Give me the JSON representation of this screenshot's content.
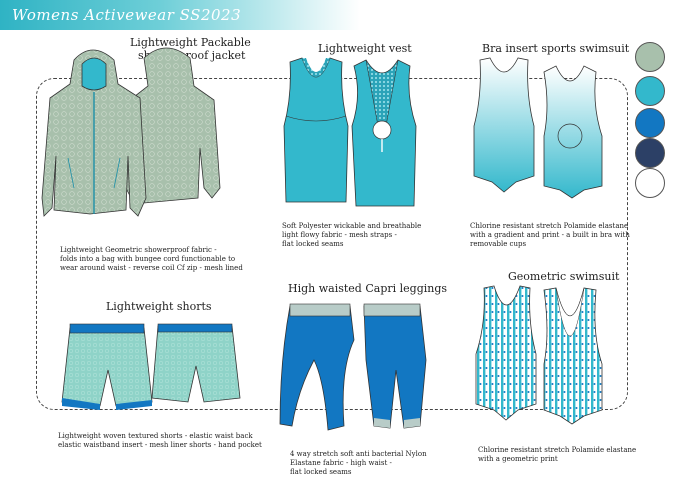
{
  "banner": {
    "title": "Womens Activewear SS2023"
  },
  "colors": {
    "sage": "#a8c0ac",
    "turquoise": "#33b8cc",
    "blue": "#1277c2",
    "navy": "#2c4066",
    "white": "#ffffff"
  },
  "palette": [
    {
      "name": "sage",
      "hex": "#a8c0ac"
    },
    {
      "name": "turquoise",
      "hex": "#33b8cc"
    },
    {
      "name": "blue",
      "hex": "#1277c2"
    },
    {
      "name": "navy",
      "hex": "#2c4066"
    },
    {
      "name": "white",
      "hex": "#ffffff"
    }
  ],
  "garments": {
    "jacket": {
      "title_1": "Lightweight Packable",
      "title_2": "showerproof jacket",
      "desc": [
        "Lightweight Geometric showerproof fabric -",
        "folds into a bag with bungee cord functionable to",
        "wear around waist - reverse coil Cf zip - mesh lined"
      ]
    },
    "vest": {
      "title": "Lightweight vest",
      "desc": [
        "Soft Polyester wickable and breathable",
        "light flowy fabric - mesh straps -",
        "flat locked seams"
      ]
    },
    "bra_swimsuit": {
      "title": "Bra insert sports swimsuit",
      "desc": [
        "Chlorine resistant stretch Polamide elastane",
        "with a gradient and print - a built in bra with",
        "removable cups"
      ]
    },
    "shorts": {
      "title": "Lightweight shorts",
      "desc": [
        "Lightweight woven textured shorts - elastic waist back",
        "elastic waistband insert - mesh liner shorts - hand pocket"
      ]
    },
    "leggings": {
      "title": "High waisted Capri leggings",
      "desc": [
        "4 way stretch soft anti bacterial Nylon",
        "Elastane fabric  - high waist -",
        "flat locked seams"
      ]
    },
    "geo_swimsuit": {
      "title": "Geometric swimsuit",
      "desc": [
        "Chlorine resistant stretch Polamide elastane",
        "with a geometric print"
      ]
    }
  }
}
